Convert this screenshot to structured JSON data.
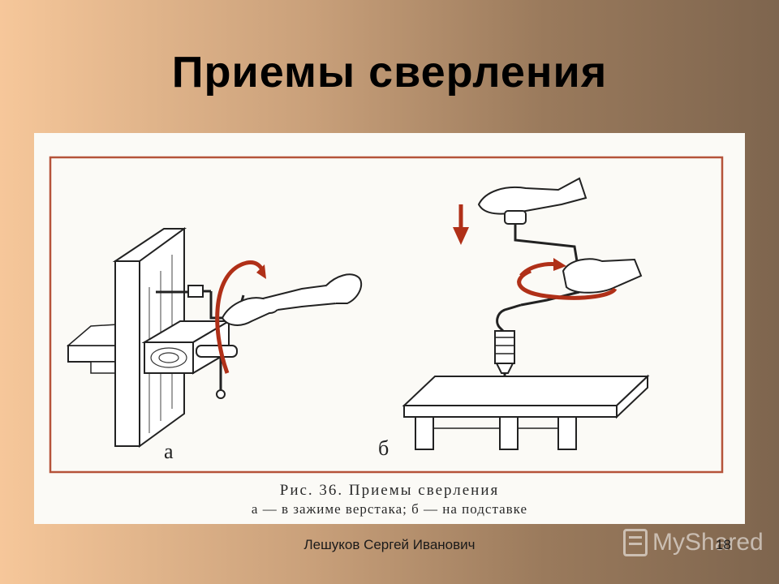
{
  "slide": {
    "title": "Приемы сверления",
    "footer_author": "Лешуков Сергей Иванович",
    "page_number": "18",
    "watermark": "MyShared"
  },
  "figure": {
    "caption_line1": "Рис. 36. Приемы сверления",
    "caption_line2": "а — в зажиме верстака; б — на подставке",
    "label_a": "а",
    "label_b": "б",
    "frame_color": "#b5533a",
    "arrow_color": "#b03018"
  }
}
